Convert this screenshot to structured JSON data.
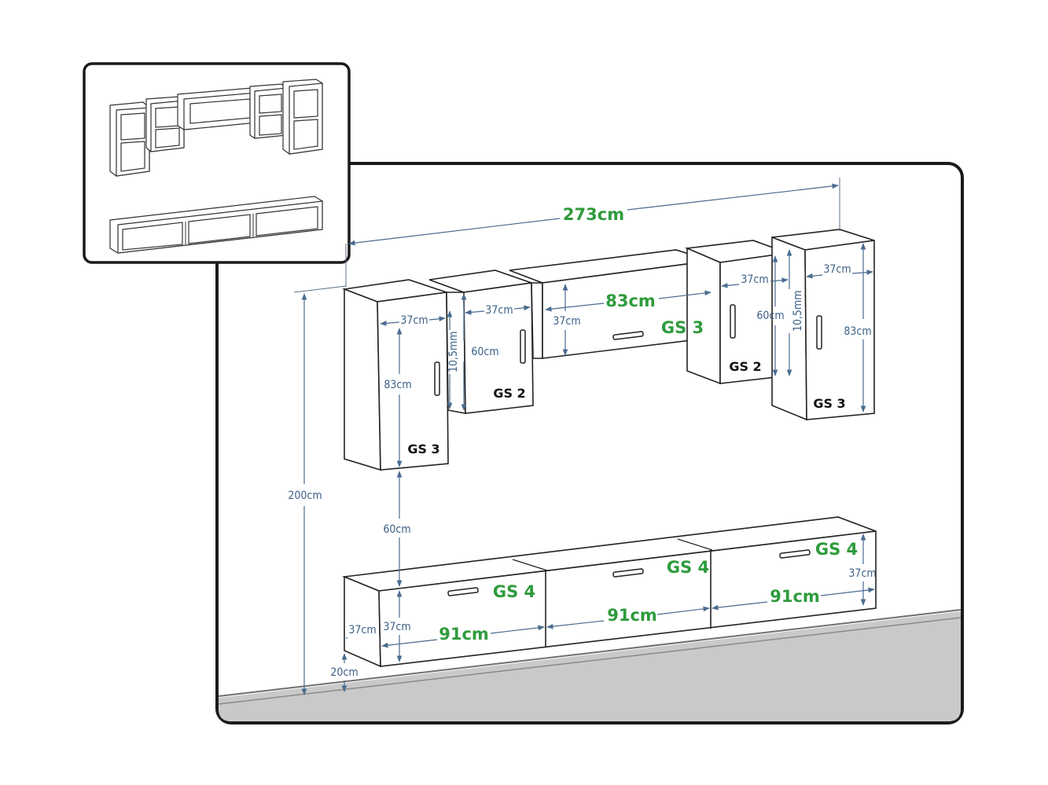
{
  "labels": {
    "total_width": "273cm",
    "total_height": "200cm",
    "gap_height": "60cm",
    "floor_clearance": "20cm",
    "gs3_left_name": "GS 3",
    "gs3_left_depth": "37cm",
    "gs3_left_height": "83cm",
    "gs2_left_name": "GS 2",
    "gs2_left_depth": "37cm",
    "gs2_left_height": "60cm",
    "gs2_left_offset": "10,5mm",
    "gs3_mid_name": "GS 3",
    "gs3_mid_width": "83cm",
    "gs3_mid_depth": "37cm",
    "gs2_right_name": "GS 2",
    "gs2_right_depth": "37cm",
    "gs2_right_height": "60cm",
    "gs2_right_offset": "10,5mm",
    "gs3_right_name": "GS 3",
    "gs3_right_depth": "37cm",
    "gs3_right_height": "83cm",
    "gs4_left_name": "GS 4",
    "gs4_left_width": "91cm",
    "gs4_left_depth": "37cm",
    "gs4_left_height": "37cm",
    "gs4_mid_name": "GS 4",
    "gs4_mid_width": "91cm",
    "gs4_right_name": "GS 4",
    "gs4_right_width": "91cm",
    "gs4_right_height": "37cm"
  }
}
